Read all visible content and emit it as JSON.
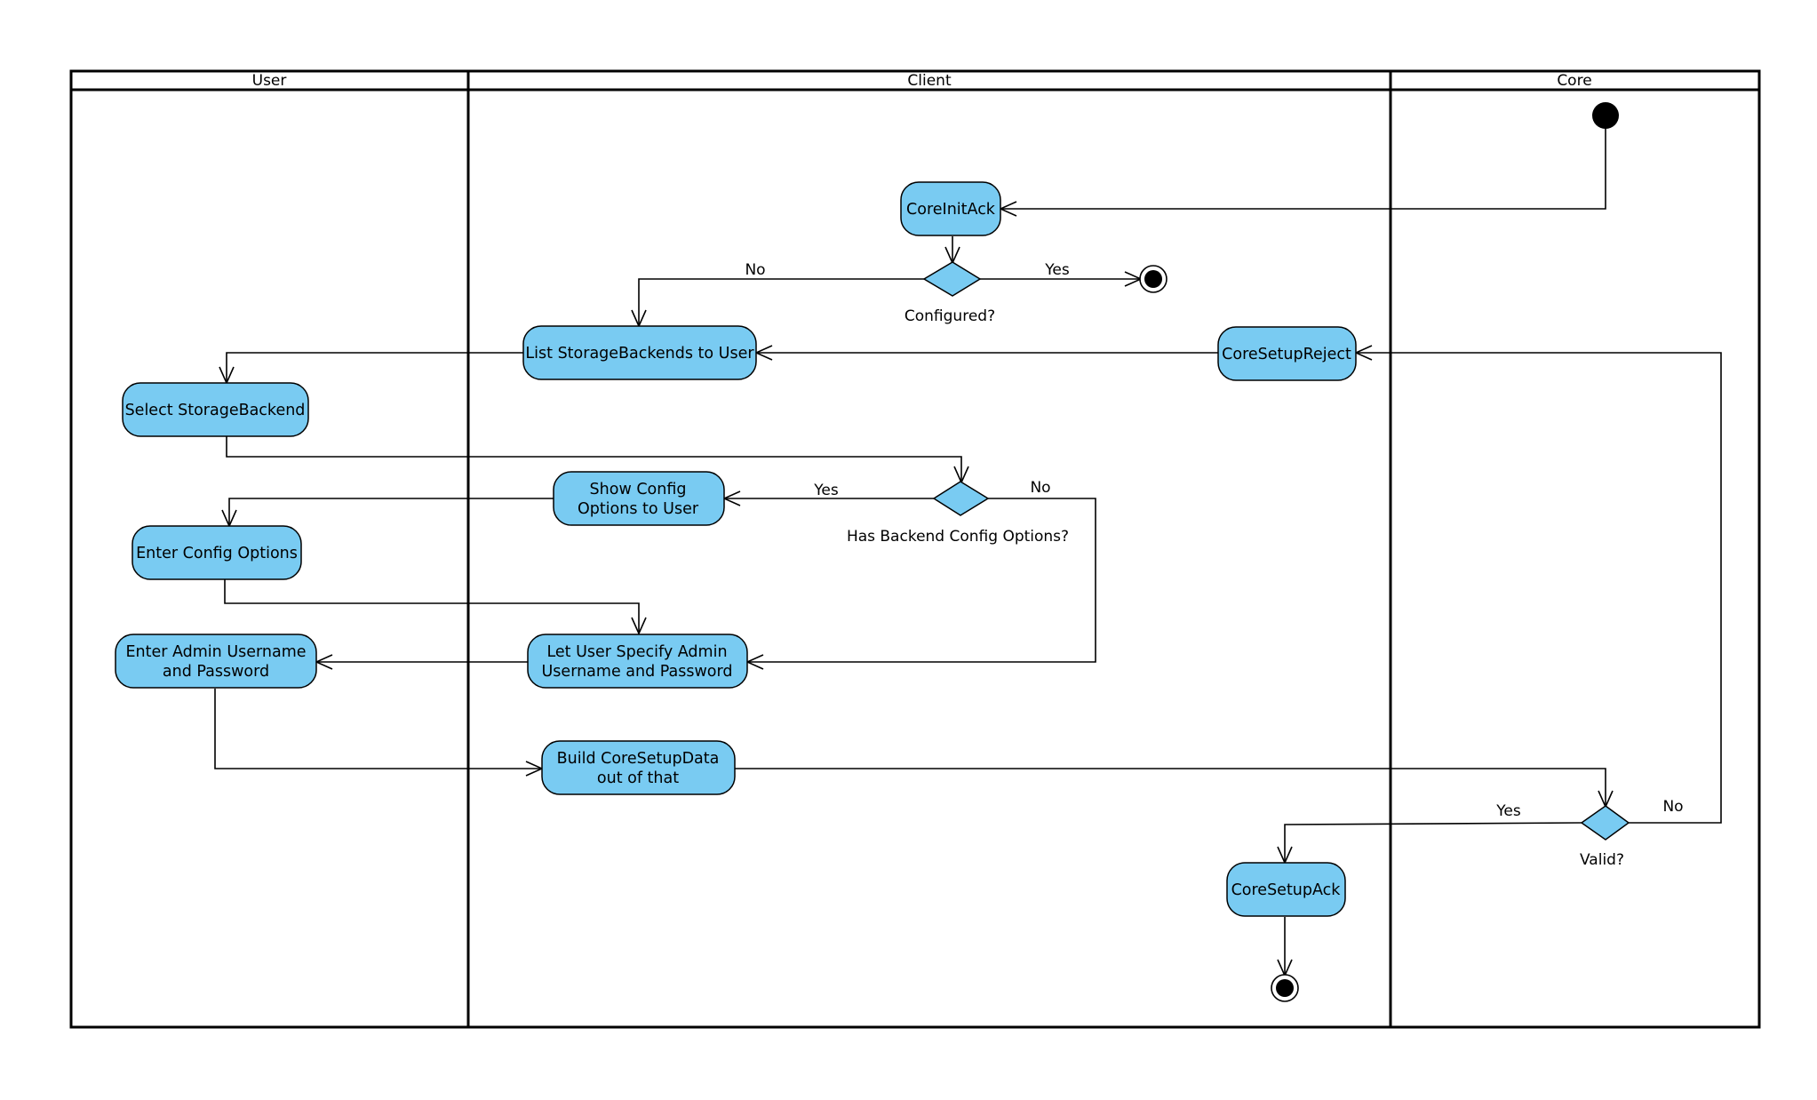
{
  "lanes": {
    "user": "User",
    "client": "Client",
    "core": "Core"
  },
  "actions": {
    "core_init_ack": [
      "CoreInitAck"
    ],
    "list_storage_backends": [
      "List StorageBackends to User"
    ],
    "core_setup_reject": [
      "CoreSetupReject"
    ],
    "select_storage_backend": [
      "Select StorageBackend"
    ],
    "show_config_options": [
      "Show Config",
      "Options to User"
    ],
    "enter_config_options": [
      "Enter Config Options"
    ],
    "enter_admin_credentials": [
      "Enter Admin Username",
      "and Password"
    ],
    "specify_admin_credentials": [
      "Let User Specify Admin",
      "Username and Password"
    ],
    "build_core_setup_data": [
      "Build CoreSetupData",
      "out of that"
    ],
    "core_setup_ack": [
      "CoreSetupAck"
    ]
  },
  "decisions": {
    "configured": "Configured?",
    "has_backend_config_options": "Has Backend Config Options?",
    "valid": "Valid?"
  },
  "guards": {
    "configured_no": "No",
    "configured_yes": "Yes",
    "config_options_yes": "Yes",
    "config_options_no": "No",
    "valid_yes": "Yes",
    "valid_no": "No"
  },
  "colors": {
    "node_fill": "#79cbf2",
    "stroke": "#000000",
    "background": "#ffffff"
  }
}
